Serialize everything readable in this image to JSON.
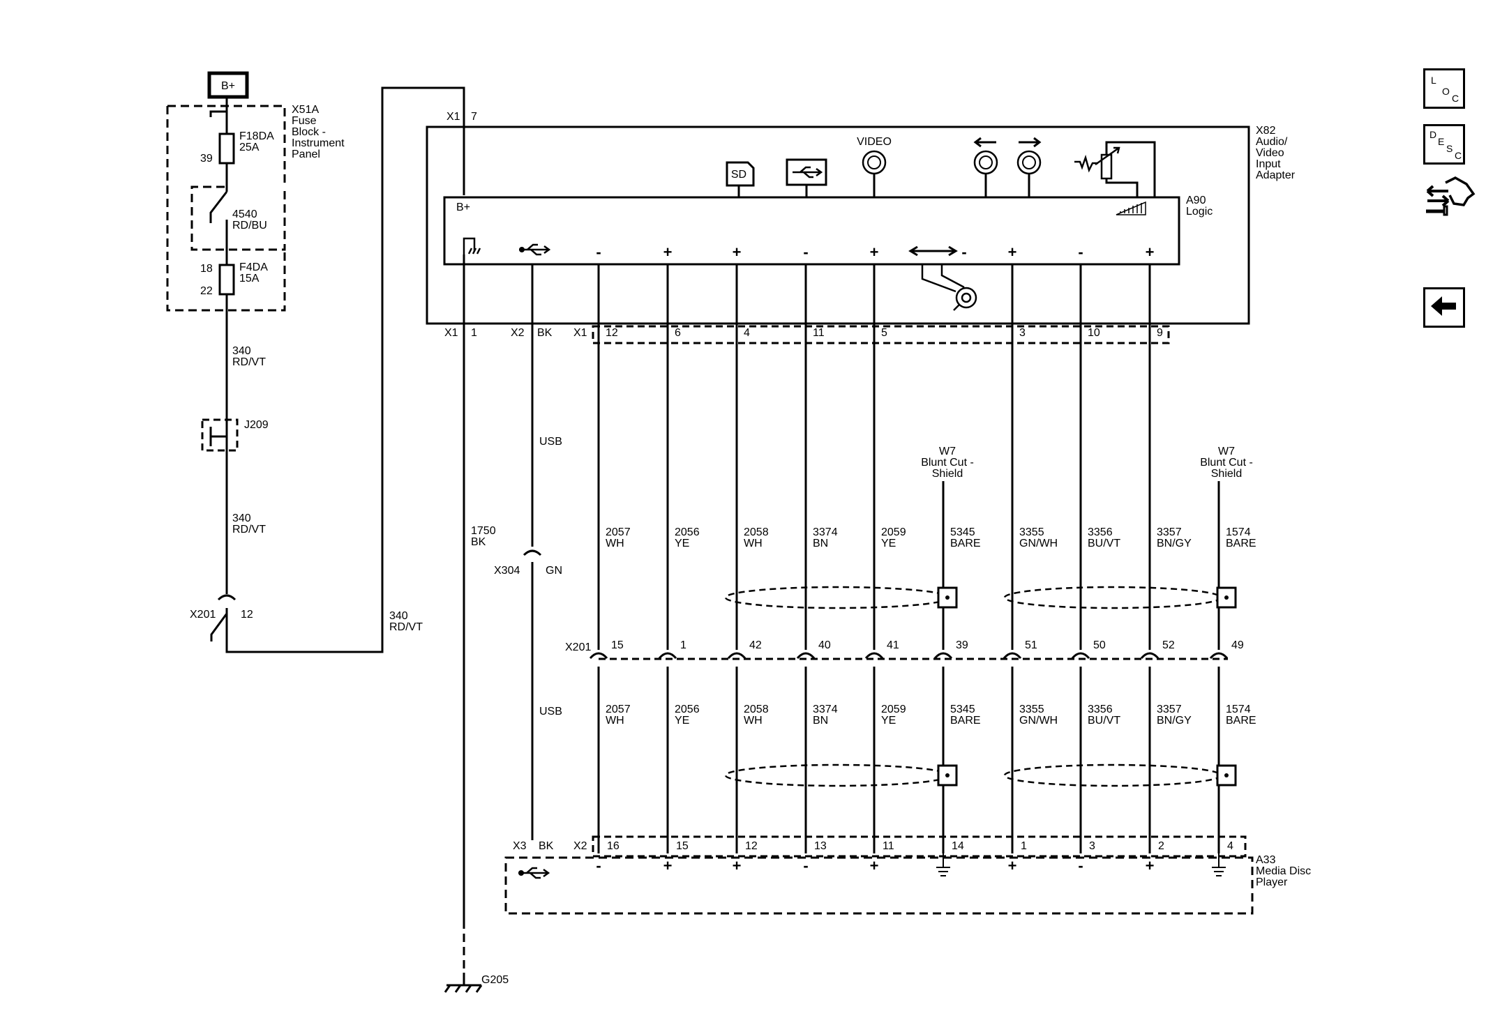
{
  "power": {
    "bplus": "B+"
  },
  "fuse_block": {
    "connector": "X51A",
    "name_lines": [
      "Fuse",
      "Block -",
      "Instrument",
      "Panel"
    ],
    "fuse1": {
      "name": "F18DA",
      "rating": "25A",
      "pin": "39"
    },
    "wire1": {
      "circuit": "4540",
      "color": "RD/BU"
    },
    "fuse2": {
      "name": "F4DA",
      "rating": "15A",
      "pin_top": "18",
      "pin_bottom": "22"
    }
  },
  "wire_340": {
    "circuit": "340",
    "color": "RD/VT"
  },
  "splice": "J209",
  "x201_left": {
    "connector": "X201",
    "pin": "12"
  },
  "adapter": {
    "connector": "X82",
    "name_lines": [
      "Audio/",
      "Video",
      "Input",
      "Adapter"
    ],
    "logic": {
      "ref": "A90",
      "name": "Logic"
    },
    "x1_label": "X1",
    "x1_pin7": "7",
    "bplus": "B+",
    "sd_label": "SD",
    "video_label": "VIDEO"
  },
  "terminals": {
    "pol": [
      "-",
      "+",
      "+",
      "-",
      "+",
      "-",
      "+",
      "-",
      "+"
    ]
  },
  "adapter_pins": {
    "x1_a": "X1",
    "p1": "1",
    "x2": "X2",
    "bk": "BK",
    "x1_b": "X1",
    "pins": [
      "12",
      "6",
      "4",
      "11",
      "5",
      "3",
      "10",
      "9"
    ]
  },
  "usb_upper": "USB",
  "usb_lower": "USB",
  "x304": {
    "connector": "X304",
    "color": "GN"
  },
  "shield_labels": {
    "left": [
      "W7",
      "Blunt Cut -",
      "Shield"
    ],
    "right": [
      "W7",
      "Blunt Cut -",
      "Shield"
    ]
  },
  "ground_wire": {
    "circuit": "1750",
    "color": "BK"
  },
  "wires_upper": [
    {
      "circuit": "2057",
      "color": "WH"
    },
    {
      "circuit": "2056",
      "color": "YE"
    },
    {
      "circuit": "2058",
      "color": "WH"
    },
    {
      "circuit": "3374",
      "color": "BN"
    },
    {
      "circuit": "2059",
      "color": "YE"
    },
    {
      "circuit": "5345",
      "color": "BARE"
    },
    {
      "circuit": "3355",
      "color": "GN/WH"
    },
    {
      "circuit": "3356",
      "color": "BU/VT"
    },
    {
      "circuit": "3357",
      "color": "BN/GY"
    },
    {
      "circuit": "1574",
      "color": "BARE"
    }
  ],
  "wires_lower": [
    {
      "circuit": "2057",
      "color": "WH"
    },
    {
      "circuit": "2056",
      "color": "YE"
    },
    {
      "circuit": "2058",
      "color": "WH"
    },
    {
      "circuit": "3374",
      "color": "BN"
    },
    {
      "circuit": "2059",
      "color": "YE"
    },
    {
      "circuit": "5345",
      "color": "BARE"
    },
    {
      "circuit": "3355",
      "color": "GN/WH"
    },
    {
      "circuit": "3356",
      "color": "BU/VT"
    },
    {
      "circuit": "3357",
      "color": "BN/GY"
    },
    {
      "circuit": "1574",
      "color": "BARE"
    }
  ],
  "x201_mid": {
    "connector": "X201",
    "pins": [
      "15",
      "1",
      "42",
      "40",
      "41",
      "39",
      "51",
      "50",
      "52",
      "49"
    ]
  },
  "media_player": {
    "x3": "X3",
    "bk": "BK",
    "x2": "X2",
    "pins": [
      "16",
      "15",
      "12",
      "13",
      "11",
      "14",
      "1",
      "3",
      "2",
      "4"
    ],
    "pol": [
      "-",
      "+",
      "+",
      "-",
      "+",
      "-",
      "+"
    ],
    "ref": "A33",
    "name_lines": [
      "Media Disc",
      "Player"
    ]
  },
  "left_feed": {
    "circuit": "340",
    "color": "RD/VT"
  },
  "ground": "G205",
  "nav": {
    "loc": [
      "L",
      "O",
      "C"
    ],
    "desc": [
      "D",
      "E",
      "S",
      "C"
    ]
  }
}
